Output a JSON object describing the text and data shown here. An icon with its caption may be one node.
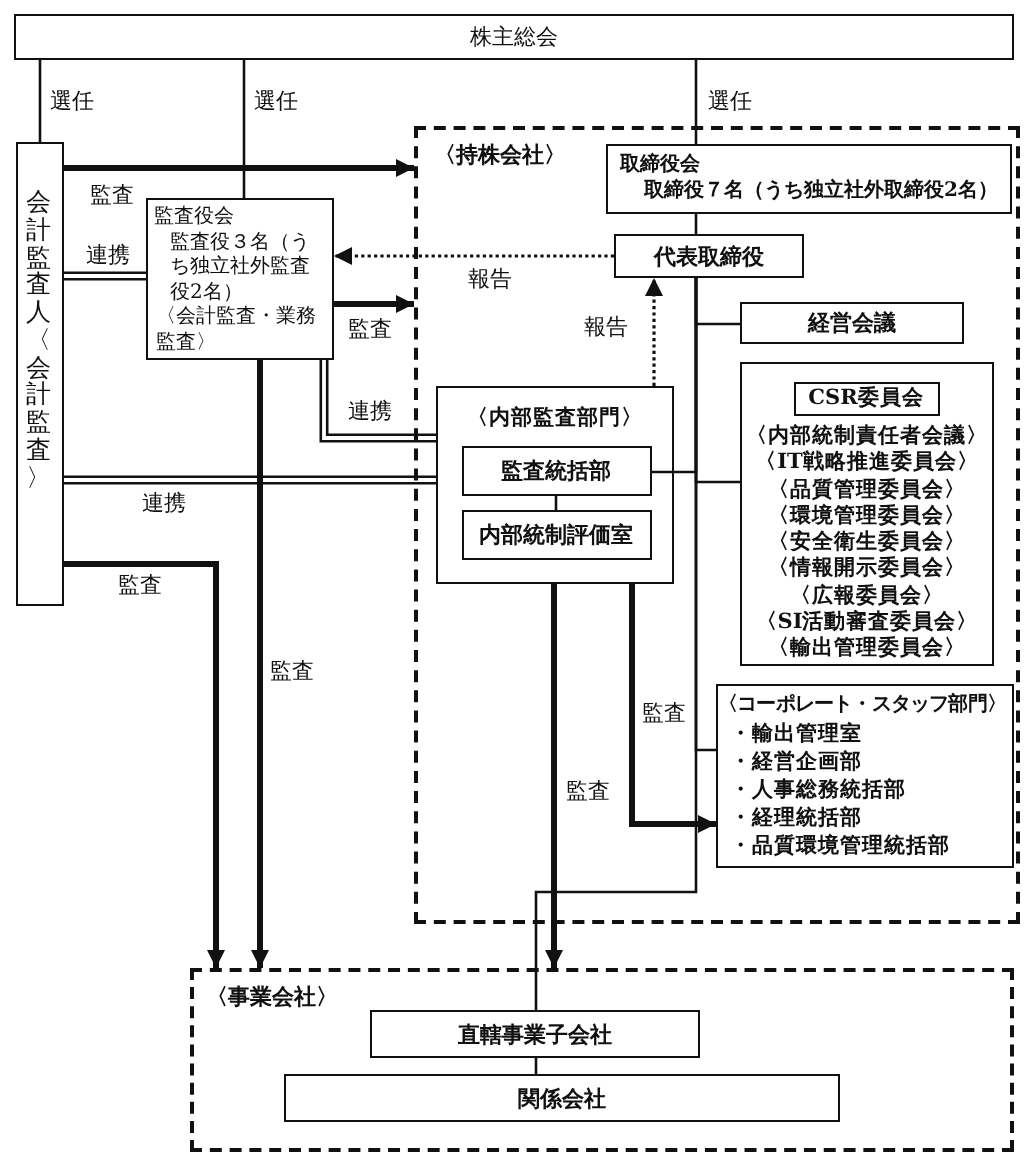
{
  "diagram": {
    "nodes": [
      {
        "text": [
          "株主総会"
        ]
      },
      {
        "text": [
          "会計監査人〈会計監査〉"
        ]
      },
      {
        "text": [
          "監査役会",
          "監査役３名（うち独立社外監査役2名）",
          "〈会計監査・業務監査〉"
        ]
      },
      {
        "text": [
          "〈持株会社〉"
        ]
      },
      {
        "text": [
          "取締役会",
          "取締役７名（うち独立社外取締役2名）"
        ],
        "in": 3
      },
      {
        "text": [
          "代表取締役"
        ],
        "in": 3
      },
      {
        "text": [
          "経営会議"
        ],
        "in": 3
      },
      {
        "text": [
          "〈内部統制責任者会議〉",
          "〈IT戦略推進委員会〉",
          "〈品質管理委員会〉",
          "〈環境管理委員会〉",
          "〈安全衛生委員会〉",
          "〈情報開示委員会〉",
          "〈広報委員会〉",
          "〈SI活動審査委員会〉",
          "〈輸出管理委員会〉"
        ],
        "in": 3
      },
      {
        "text": [
          "CSR委員会"
        ],
        "in": 7
      },
      {
        "text": [
          "〈内部監査部門〉"
        ],
        "in": 3
      },
      {
        "text": [
          "監査統括部"
        ],
        "in": 9
      },
      {
        "text": [
          "内部統制評価室"
        ],
        "in": 9
      },
      {
        "text": [
          "〈コーポレート・スタッフ部門〉",
          "・輸出管理室",
          "・経営企画部",
          "・人事総務統括部",
          "・経理統括部",
          "・品質環境管理統括部"
        ],
        "in": 3
      },
      {
        "text": [
          "〈事業会社〉"
        ]
      },
      {
        "text": [
          "直轄事業子会社"
        ],
        "in": 13
      },
      {
        "text": [
          "関係会社"
        ],
        "in": 13
      }
    ],
    "edges": [
      {
        "from": 0,
        "to": 1,
        "arrow": "none",
        "label": "選任"
      },
      {
        "from": 0,
        "to": 2,
        "arrow": "none",
        "label": "選任"
      },
      {
        "from": 0,
        "to": 4,
        "arrow": "none",
        "label": "選任"
      },
      {
        "from": 1,
        "to": 3,
        "arrow": "to",
        "label": "監査",
        "style": "thick"
      },
      {
        "from": 1,
        "to": 2,
        "arrow": "none",
        "label": "連携"
      },
      {
        "from": 5,
        "to": 2,
        "arrow": "to",
        "label": "報告",
        "style": "dashed"
      },
      {
        "from": 2,
        "to": 3,
        "arrow": "to",
        "label": "監査",
        "style": "thick"
      },
      {
        "from": 2,
        "to": 9,
        "arrow": "none",
        "label": "連携"
      },
      {
        "from": 9,
        "to": 5,
        "arrow": "to",
        "label": "報告",
        "style": "dashed"
      },
      {
        "from": 1,
        "to": 9,
        "arrow": "none",
        "label": "連携"
      },
      {
        "from": 1,
        "to": 13,
        "arrow": "to",
        "label": "監査",
        "style": "thick"
      },
      {
        "from": 2,
        "to": 13,
        "arrow": "to",
        "label": "監査",
        "style": "thick"
      },
      {
        "from": 9,
        "to": 12,
        "arrow": "to",
        "label": "監査",
        "style": "thick"
      },
      {
        "from": 9,
        "to": 13,
        "arrow": "to",
        "label": "監査",
        "style": "thick"
      },
      {
        "from": 4,
        "to": 5,
        "arrow": "none"
      },
      {
        "from": 5,
        "to": 6,
        "arrow": "none"
      },
      {
        "from": 5,
        "to": 7,
        "arrow": "none"
      },
      {
        "from": 5,
        "to": 10,
        "arrow": "none"
      },
      {
        "from": 5,
        "to": 12,
        "arrow": "none"
      },
      {
        "from": 5,
        "to": 14,
        "arrow": "none"
      },
      {
        "from": 14,
        "to": 15,
        "arrow": "none"
      },
      {
        "from": 10,
        "to": 11,
        "arrow": "none"
      }
    ]
  }
}
